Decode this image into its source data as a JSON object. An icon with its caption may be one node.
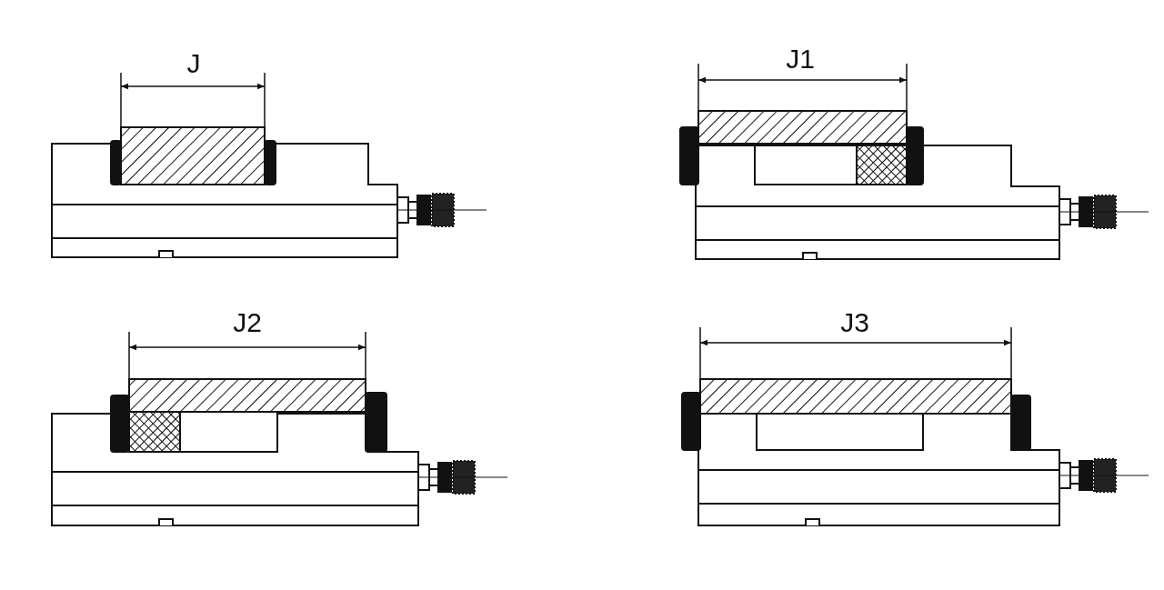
{
  "diagram": {
    "labels": [
      "J",
      "J1",
      "J2",
      "J3"
    ]
  }
}
